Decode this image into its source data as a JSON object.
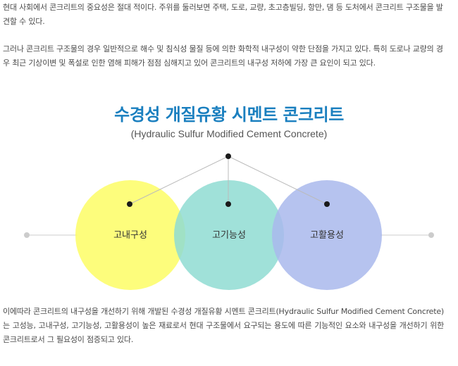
{
  "intro": {
    "paragraph1": "현대 사회에서 콘크리트의 중요성은 절대 적이다. 주위를 둘러보면 주택, 도로, 교량, 초고층빌딩, 항만, 댐 등 도처에서 콘크리트 구조물을 발견할 수 있다.",
    "paragraph2": "그러나 콘크리트 구조물의 경우 일반적으로 해수 및 침식성 물질 등에 의한 화학적 내구성이 약한 단점을 가지고 있다. 특히 도로나 교량의 경우 최근 기상이변 및 폭설로 인한 염해 피해가 점점 심해지고 있어 콘크리트의 내구성 저하에 가장 큰 요인이 되고 있다."
  },
  "diagram": {
    "title": "수경성 개질유황 시멘트 콘크리트",
    "subtitle": "(Hydraulic Sulfur Modified Cement Concrete)",
    "circles": [
      {
        "label": "고내구성",
        "color": "#fdfd6e"
      },
      {
        "label": "고기능성",
        "color": "#8fdcd2"
      },
      {
        "label": "고활용성",
        "color": "#a9b9ec"
      }
    ],
    "accent_color": "#1a7fbf"
  },
  "conclusion": {
    "paragraph": "이에따라 콘크리트의 내구성을 개선하기 위해 개발된 수경성 개질유황 시멘트 콘크리트(Hydraulic Sulfur Modified Cement Concrete)는 고성능, 고내구성, 고기능성, 고활용성이 높은 재료로서 현대 구조물에서 요구되는 용도에 따른 기능적인 요소와 내구성을 개선하기 위한 콘크리트로서 그 필요성이 점증되고 있다."
  }
}
